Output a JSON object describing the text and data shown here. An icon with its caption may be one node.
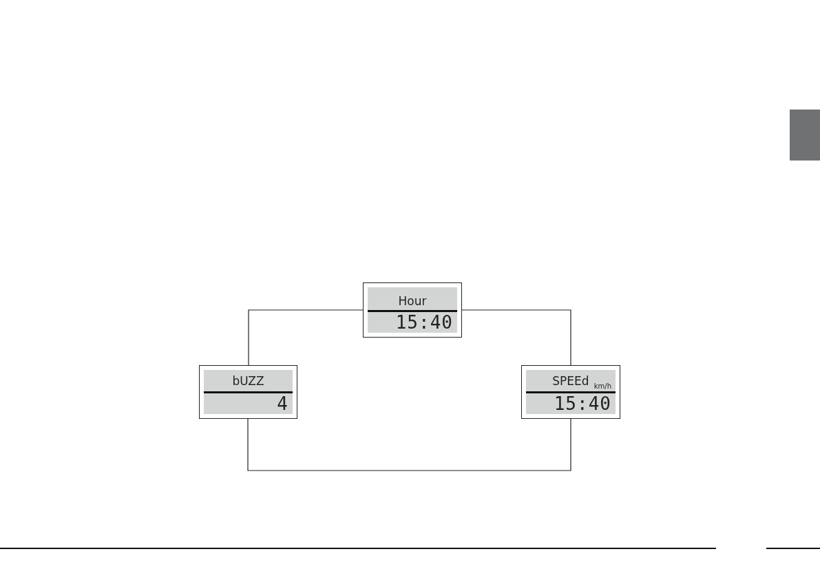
{
  "diagram": {
    "nodes": [
      {
        "text": [
          "Hour",
          "15:40"
        ]
      },
      {
        "text": [
          "bUZZ",
          "4"
        ]
      },
      {
        "text": [
          "SPEEd",
          "km/h",
          "15:40"
        ]
      },
      {
        "text": [],
        "shape": "box"
      }
    ],
    "edges": [
      {
        "from": 0,
        "to": 1,
        "arrow": "none"
      },
      {
        "from": 0,
        "to": 2,
        "arrow": "none"
      },
      {
        "from": 1,
        "to": 2,
        "arrow": "none"
      }
    ]
  }
}
